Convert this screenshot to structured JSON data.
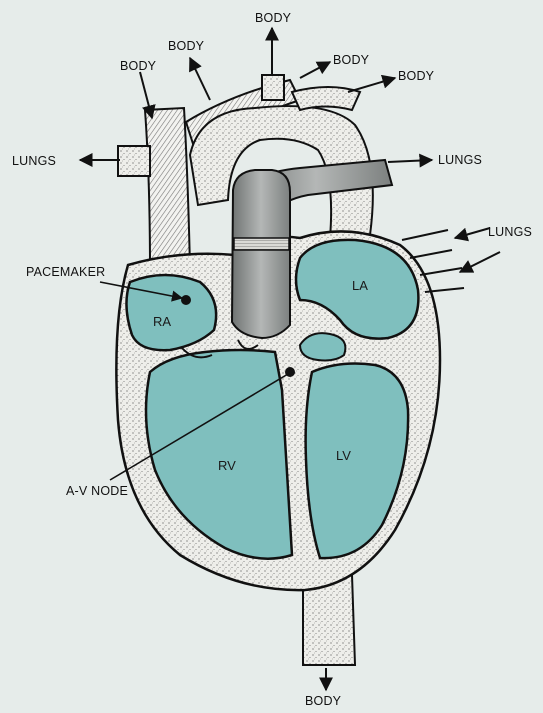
{
  "labels": {
    "body_top_center": "BODY",
    "body_upper_left": "BODY",
    "body_left": "BODY",
    "body_right_1": "BODY",
    "body_right_2": "BODY",
    "lungs_left": "LUNGS",
    "lungs_right_top": "LUNGS",
    "lungs_right": "LUNGS",
    "pacemaker": "PACEMAKER",
    "av_node": "A-V NODE",
    "body_bottom": "BODY"
  },
  "chambers": {
    "ra": "RA",
    "la": "LA",
    "rv": "RV",
    "lv": "LV"
  },
  "colors": {
    "background": "#e6ecea",
    "chamber_fill": "#7fbfbe",
    "stipple": "#f2f2ee",
    "muscle": "#dcdcd6",
    "ink": "#111111",
    "aorta_gray": "#8f9392"
  }
}
